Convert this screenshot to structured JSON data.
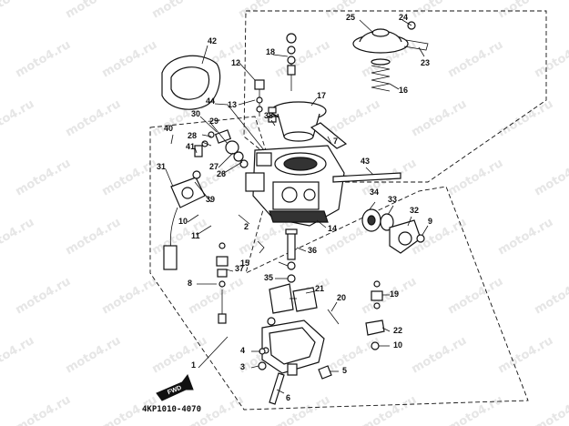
{
  "diagram": {
    "watermark": "moto4.ru",
    "diagram_code": "4KP1010-4070",
    "fwd_label": "FWD",
    "callouts": [
      "1",
      "2",
      "3",
      "4",
      "5",
      "6",
      "7",
      "8",
      "9",
      "10",
      "10",
      "11",
      "12",
      "13",
      "14",
      "15",
      "16",
      "17",
      "18",
      "19",
      "20",
      "21",
      "22",
      "23",
      "24",
      "25",
      "26",
      "27",
      "28",
      "29",
      "30",
      "31",
      "32",
      "33",
      "34",
      "35",
      "36",
      "37",
      "38",
      "39",
      "40",
      "41",
      "42",
      "43",
      "44"
    ]
  }
}
